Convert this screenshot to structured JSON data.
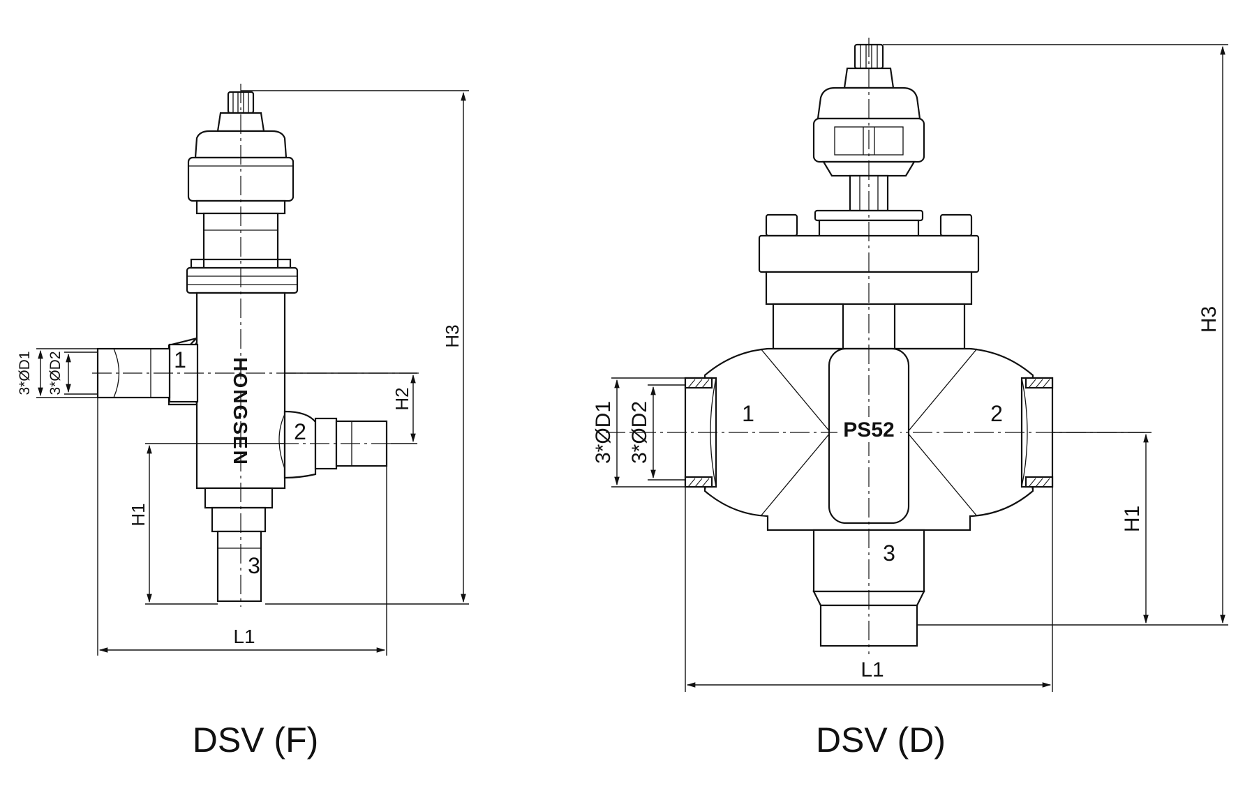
{
  "figures": [
    {
      "caption": "DSV (F)",
      "brand_mark": "HONGSEN",
      "ports": [
        "1",
        "2",
        "3"
      ],
      "dimensions": {
        "d1": "3*ØD1",
        "d2": "3*ØD2",
        "h1": "H1",
        "h2": "H2",
        "h3": "H3",
        "l1": "L1"
      }
    },
    {
      "caption": "DSV (D)",
      "marking": "PS52",
      "ports": [
        "1",
        "2",
        "3"
      ],
      "dimensions": {
        "d1": "3*ØD1",
        "d2": "3*ØD2",
        "h1": "H1",
        "h3": "H3",
        "l1": "L1"
      }
    }
  ]
}
